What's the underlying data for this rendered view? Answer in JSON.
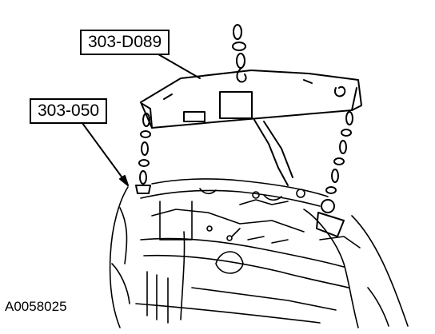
{
  "labels": {
    "spreader_bar_tool": "303-D089",
    "lifting_bracket_tool": "303-050"
  },
  "figure_id": "A0058025"
}
